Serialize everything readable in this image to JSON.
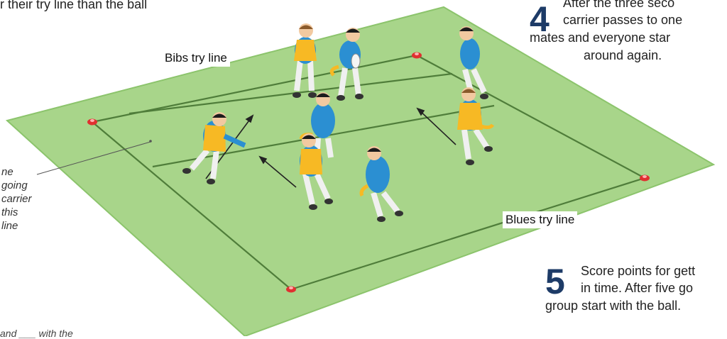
{
  "top_fragment": "r their try line than the ball",
  "bibs_try_line": "Bibs try line",
  "blues_try_line": "Blues try line",
  "step4": {
    "number": "4",
    "lines": [
      "After the three seco",
      "carrier passes to one",
      "mates and everyone star",
      "around again."
    ]
  },
  "step5": {
    "number": "5",
    "lines": [
      "Score points for gett",
      "in time. After five go",
      "group start with the ball."
    ]
  },
  "left_note": {
    "lines": [
      "ne",
      "going",
      "carrier",
      "this",
      "line"
    ]
  },
  "bottom_fragment": "and ___ with the",
  "colors": {
    "pitch": "#a8d58a",
    "pitch_edge": "#8cc46c",
    "lines": "#4f7d3a",
    "bib": "#f7b924",
    "blue_shirt": "#2b8fd2",
    "cone": "#e03030",
    "step_number": "#1d3b67"
  },
  "icons": [
    "player-bib-icon",
    "player-blue-icon",
    "cone-icon",
    "rugby-ball-icon",
    "direction-arrow-icon"
  ]
}
